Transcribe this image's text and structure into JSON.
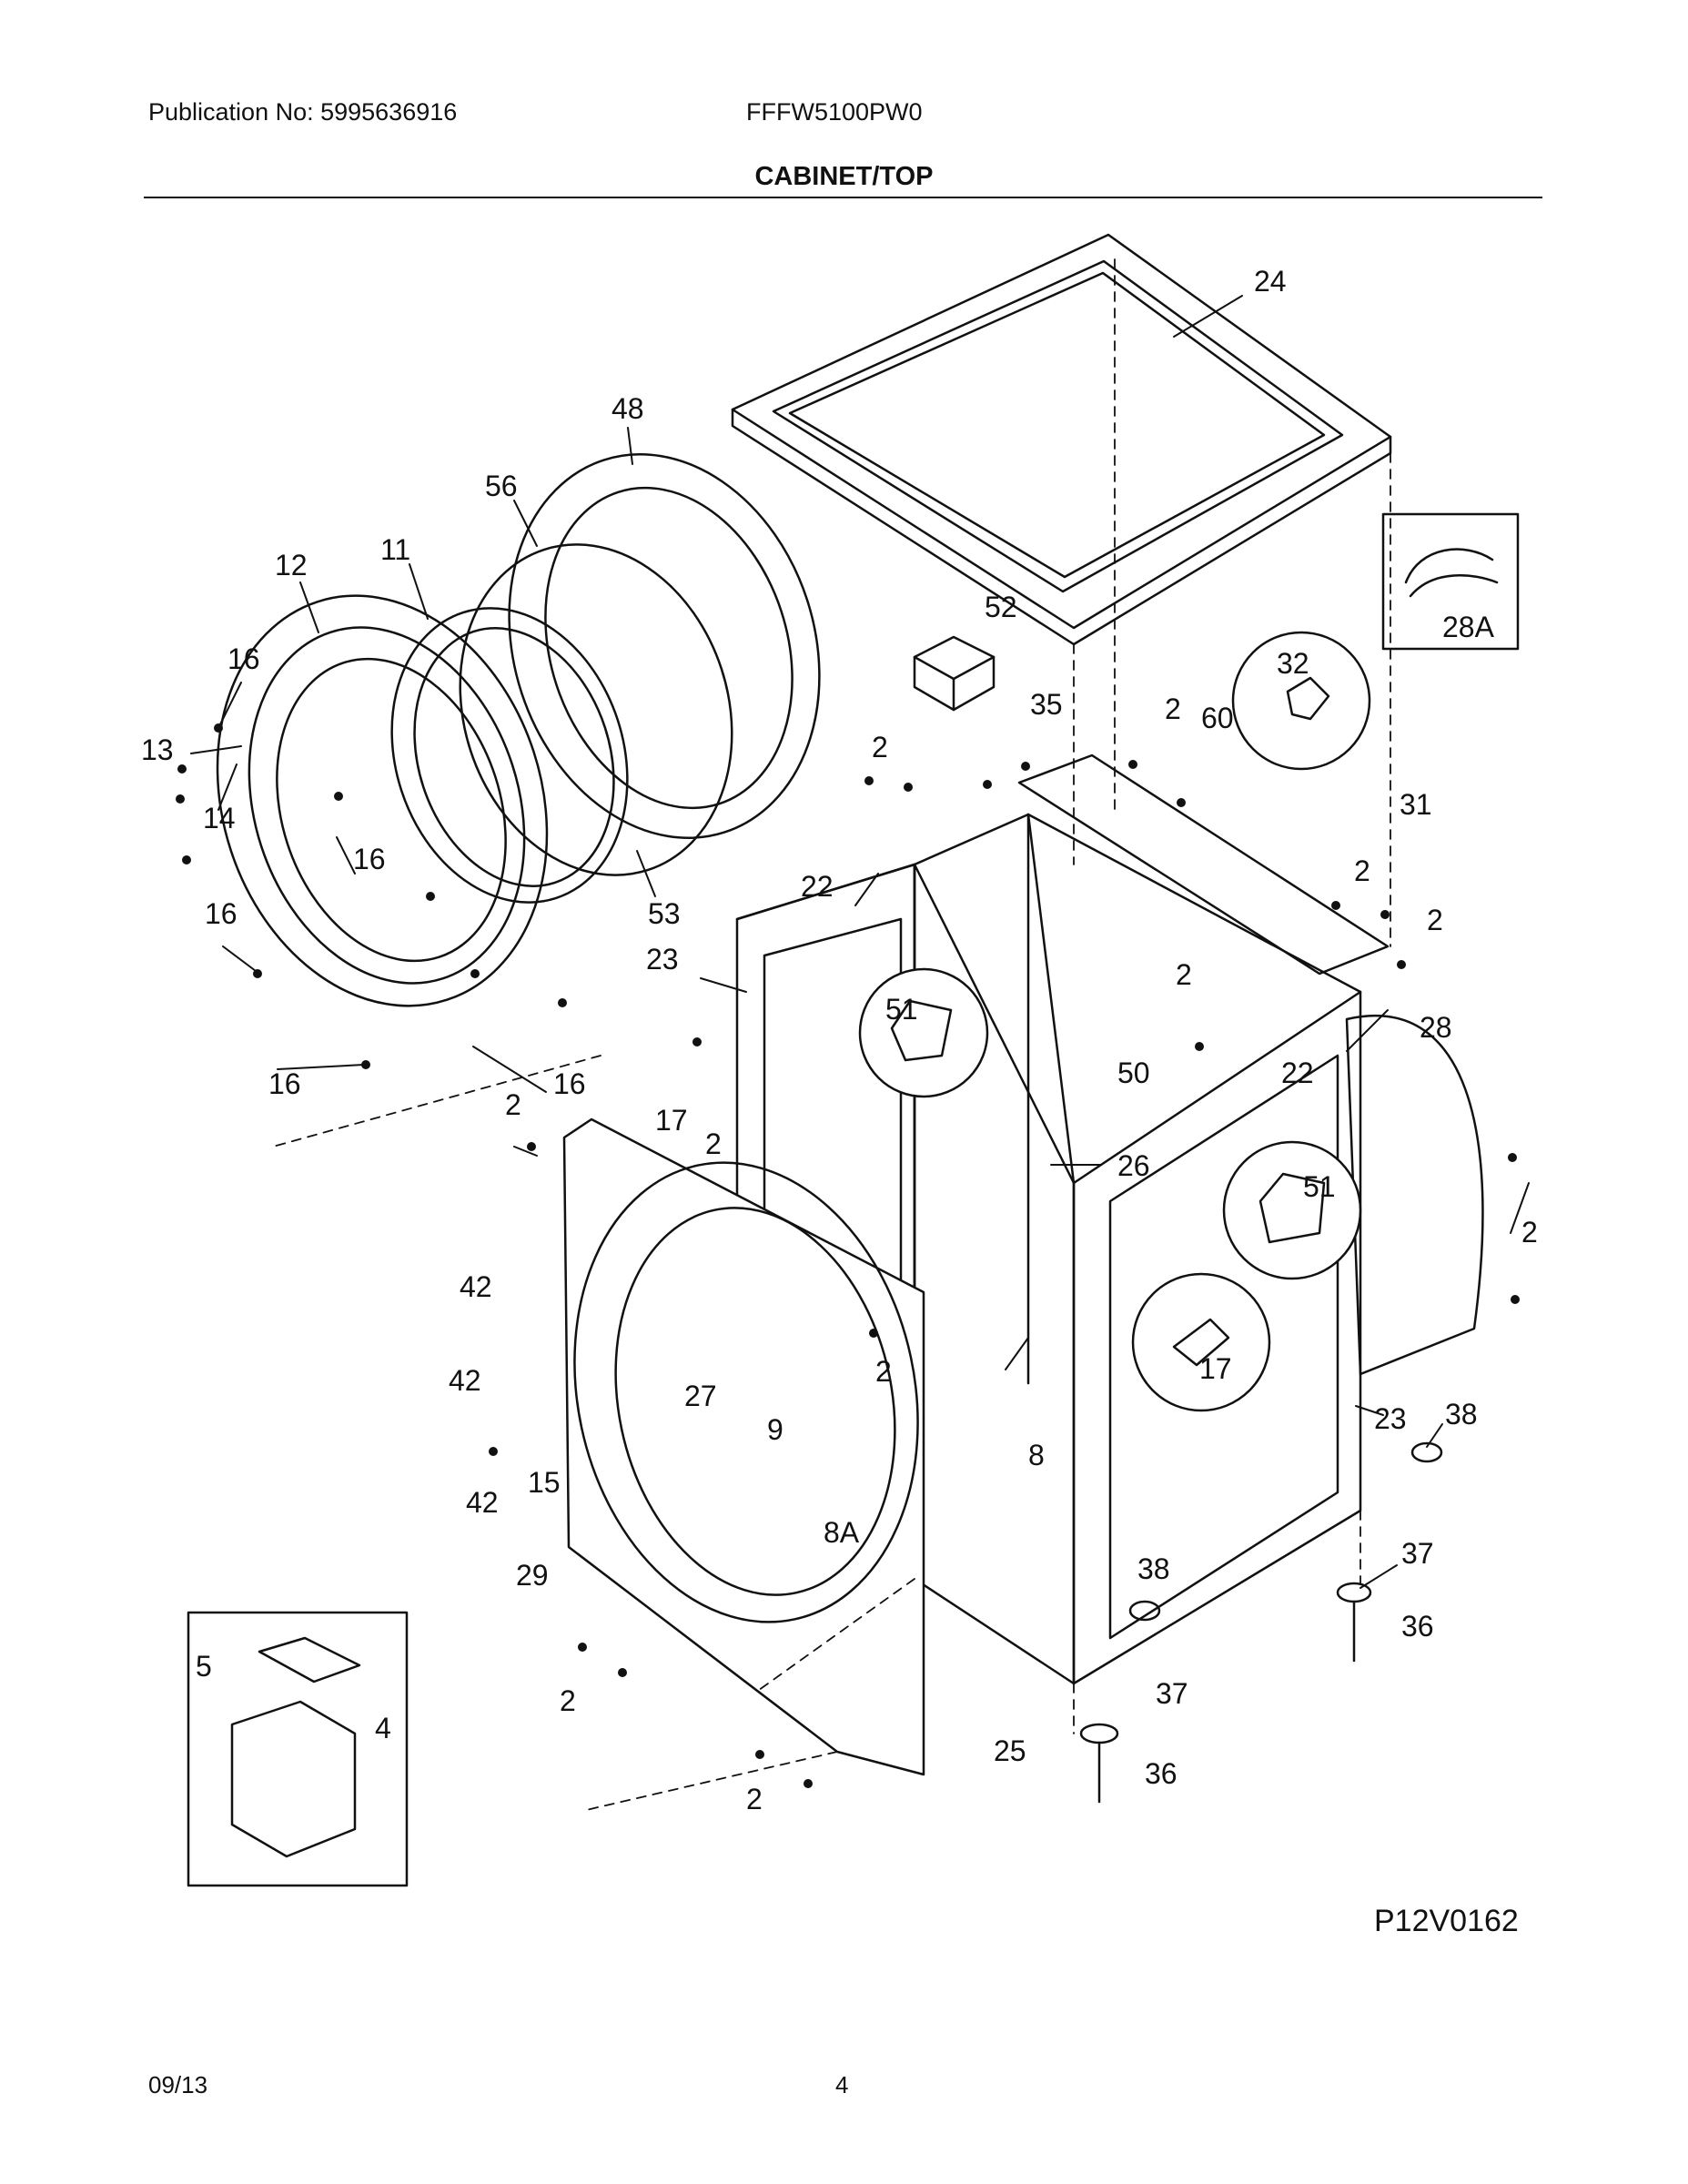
{
  "header": {
    "publication": "Publication No: 5995636916",
    "model": "FFFW5100PW0",
    "title": "CABINET/TOP"
  },
  "figure_code": "P12V0162",
  "footer": {
    "date": "09/13",
    "page": "4"
  },
  "callouts": [
    {
      "id": "c24",
      "label": "24"
    },
    {
      "id": "c48",
      "label": "48"
    },
    {
      "id": "c56",
      "label": "56"
    },
    {
      "id": "c12",
      "label": "12"
    },
    {
      "id": "c11",
      "label": "11"
    },
    {
      "id": "c16a",
      "label": "16"
    },
    {
      "id": "c13",
      "label": "13"
    },
    {
      "id": "c14",
      "label": "14"
    },
    {
      "id": "c16b",
      "label": "16"
    },
    {
      "id": "c16c",
      "label": "16"
    },
    {
      "id": "c53",
      "label": "53"
    },
    {
      "id": "c16d",
      "label": "16"
    },
    {
      "id": "c16e",
      "label": "16"
    },
    {
      "id": "c52",
      "label": "52"
    },
    {
      "id": "c2a",
      "label": "2"
    },
    {
      "id": "c22a",
      "label": "22"
    },
    {
      "id": "c23a",
      "label": "23"
    },
    {
      "id": "c35",
      "label": "35"
    },
    {
      "id": "c2b",
      "label": "2"
    },
    {
      "id": "c60",
      "label": "60"
    },
    {
      "id": "c32",
      "label": "32"
    },
    {
      "id": "c28A",
      "label": "28A"
    },
    {
      "id": "c31",
      "label": "31"
    },
    {
      "id": "c2c",
      "label": "2"
    },
    {
      "id": "c2d",
      "label": "2"
    },
    {
      "id": "c2e",
      "label": "2"
    },
    {
      "id": "c51a",
      "label": "51"
    },
    {
      "id": "c50",
      "label": "50"
    },
    {
      "id": "c22b",
      "label": "22"
    },
    {
      "id": "c28",
      "label": "28"
    },
    {
      "id": "c26",
      "label": "26"
    },
    {
      "id": "c2f",
      "label": "2"
    },
    {
      "id": "c17a",
      "label": "17"
    },
    {
      "id": "c2g",
      "label": "2"
    },
    {
      "id": "c51b",
      "label": "51"
    },
    {
      "id": "c2h",
      "label": "2"
    },
    {
      "id": "c42a",
      "label": "42"
    },
    {
      "id": "c27",
      "label": "27"
    },
    {
      "id": "c2i",
      "label": "2"
    },
    {
      "id": "c17b",
      "label": "17"
    },
    {
      "id": "c42b",
      "label": "42"
    },
    {
      "id": "c9",
      "label": "9"
    },
    {
      "id": "c8",
      "label": "8"
    },
    {
      "id": "c23b",
      "label": "23"
    },
    {
      "id": "c38a",
      "label": "38"
    },
    {
      "id": "c15",
      "label": "15"
    },
    {
      "id": "c42c",
      "label": "42"
    },
    {
      "id": "c8A",
      "label": "8A"
    },
    {
      "id": "c29",
      "label": "29"
    },
    {
      "id": "c37a",
      "label": "37"
    },
    {
      "id": "c38b",
      "label": "38"
    },
    {
      "id": "c36a",
      "label": "36"
    },
    {
      "id": "c5",
      "label": "5"
    },
    {
      "id": "c4",
      "label": "4"
    },
    {
      "id": "c2j",
      "label": "2"
    },
    {
      "id": "c37b",
      "label": "37"
    },
    {
      "id": "c25",
      "label": "25"
    },
    {
      "id": "c36b",
      "label": "36"
    },
    {
      "id": "c2k",
      "label": "2"
    }
  ]
}
